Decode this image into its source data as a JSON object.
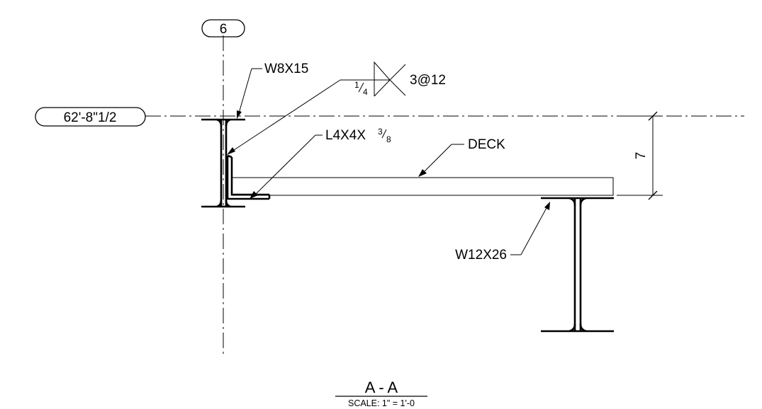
{
  "drawing": {
    "grid_bubble": "6",
    "elevation_tag": "62'-8\"1/2",
    "labels": {
      "column_beam": "W8X15",
      "angle_main": "L4X4X",
      "angle_frac_num": "3",
      "angle_frac_den": "8",
      "deck": "DECK",
      "girder": "W12X26",
      "dimension": "7"
    },
    "weld": {
      "size_num": "1",
      "size_den": "4",
      "pitch": "3@12"
    },
    "section_title": "A - A",
    "scale_note": "SCALE: 1\" = 1'-0"
  }
}
